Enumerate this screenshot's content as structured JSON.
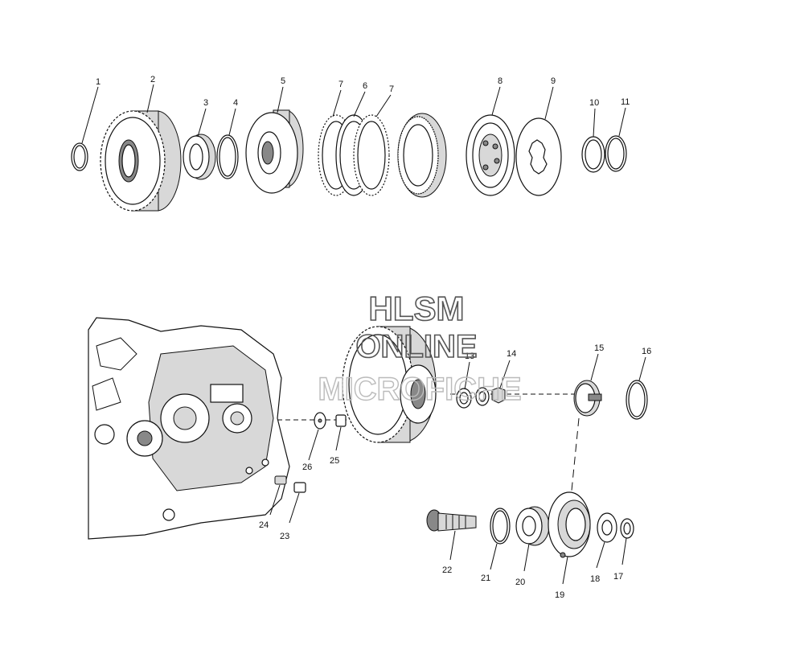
{
  "callouts": {
    "c1": "1",
    "c2": "2",
    "c3": "3",
    "c4": "4",
    "c5": "5",
    "c6": "6",
    "c7a": "7",
    "c7b": "7",
    "c8": "8",
    "c9": "9",
    "c10": "10",
    "c11": "11",
    "c13": "13",
    "c14": "14",
    "c15": "15",
    "c16": "16",
    "c17": "17",
    "c18": "18",
    "c19": "19",
    "c20": "20",
    "c21": "21",
    "c22": "22",
    "c23": "23",
    "c24": "24",
    "c25": "25",
    "c26": "26"
  },
  "watermark": {
    "line1": "HLSM",
    "line2": "ONLINE",
    "line3": "MICROFICHE"
  },
  "colors": {
    "ink": "#111111",
    "watermark": "#555555",
    "watermark_faint": "#bbbbbb"
  }
}
